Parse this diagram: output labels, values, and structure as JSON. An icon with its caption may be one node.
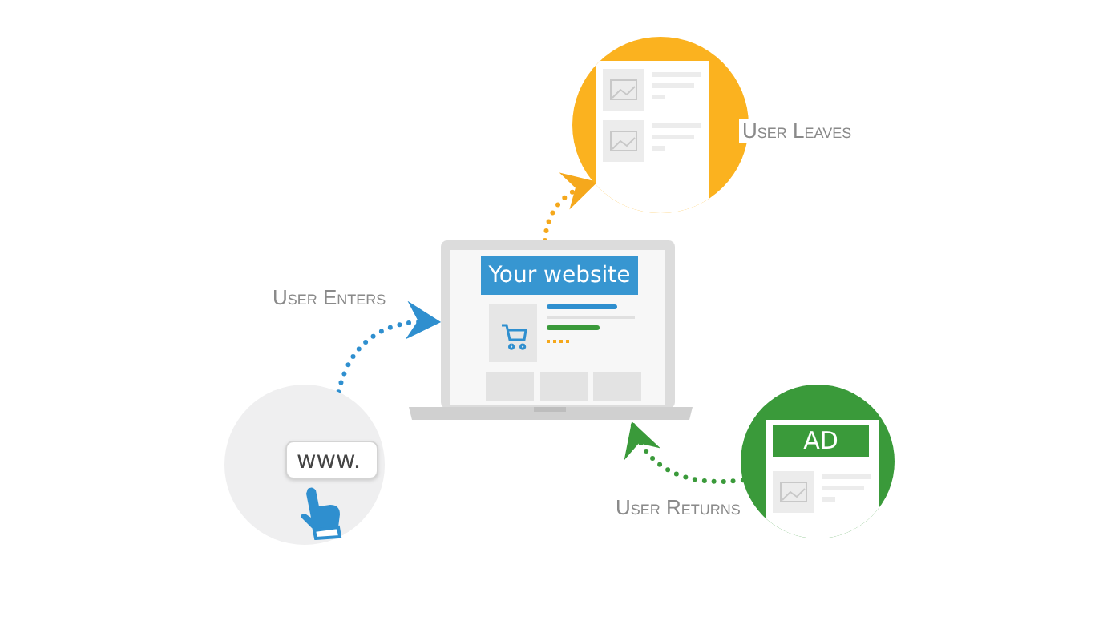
{
  "diagram": {
    "nodes": [
      {
        "text": [
          "www."
        ]
      },
      {
        "text": [
          "Your website"
        ]
      },
      {
        "text": [],
        "shape": "circle",
        "beside": [
          "User Leaves"
        ]
      },
      {
        "text": [
          "AD"
        ]
      }
    ],
    "edges": [
      {
        "from": 0,
        "to": 1,
        "arrow": "to",
        "label": "User Enters",
        "color": "#2f8fcf"
      },
      {
        "from": 1,
        "to": 2,
        "arrow": "to",
        "color": "#f5a81c"
      },
      {
        "from": 3,
        "to": 1,
        "arrow": "to",
        "label": "User Returns",
        "color": "#3a9a3a"
      }
    ]
  }
}
